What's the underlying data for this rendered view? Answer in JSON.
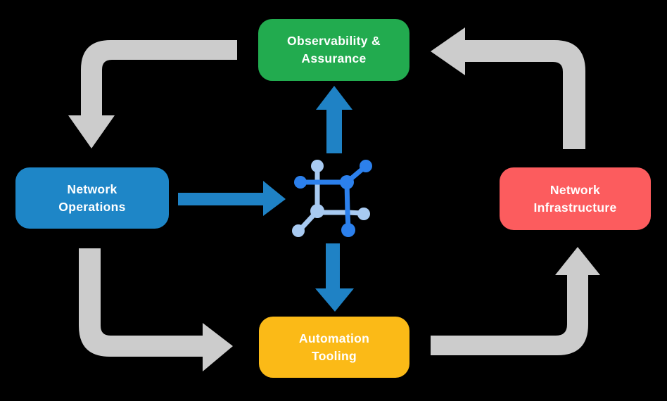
{
  "title": "Network platform cycle diagram",
  "colors": {
    "background": "#000000",
    "text": "#FFFFFF",
    "observability": "#22AB4F",
    "operations": "#1E86C7",
    "infrastructure": "#FC5C5E",
    "automation": "#FBBA17",
    "cycle_arrow": "#CCCCCC",
    "platform_arrow": "#1F82C5",
    "icon_primary": "#2C80EC",
    "icon_secondary": "#A8CAF1"
  },
  "nodes": {
    "observability": {
      "label": "Observability &\nAssurance"
    },
    "operations": {
      "label": "Network\nOperations"
    },
    "infrastructure": {
      "label": "Network\nInfrastructure"
    },
    "automation": {
      "label": "Automation\nTooling"
    }
  },
  "icons": {
    "center": "network-mesh-icon"
  },
  "arrows": [
    {
      "from": "Observability & Assurance",
      "to": "Network Operations",
      "style": "gray-elbow"
    },
    {
      "from": "Network Operations",
      "to": "Automation Tooling",
      "style": "gray-elbow"
    },
    {
      "from": "Automation Tooling",
      "to": "Network Infrastructure",
      "style": "gray-elbow"
    },
    {
      "from": "Network Infrastructure",
      "to": "Observability & Assurance",
      "style": "gray-elbow"
    },
    {
      "from": "Network Operations",
      "to": "center-icon",
      "style": "blue-straight"
    },
    {
      "from": "center-icon",
      "to": "Observability & Assurance",
      "style": "blue-straight"
    },
    {
      "from": "center-icon",
      "to": "Automation Tooling",
      "style": "blue-straight"
    }
  ]
}
